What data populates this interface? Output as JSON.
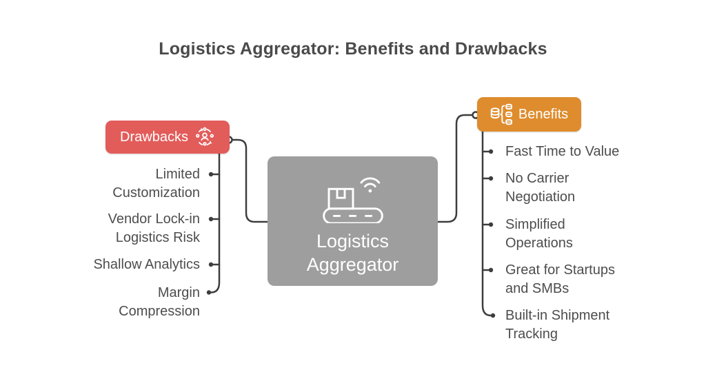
{
  "title": "Logistics Aggregator: Benefits and Drawbacks",
  "center_node": {
    "label": "Logistics Aggregator",
    "icon": "conveyor-belt-wifi-icon",
    "color": "#9e9e9e"
  },
  "drawbacks": {
    "label": "Drawbacks",
    "icon": "people-network-icon",
    "color": "#e25c5a",
    "items": [
      {
        "text": "Limited Customization"
      },
      {
        "text": "Vendor Lock-in Logistics Risk"
      },
      {
        "text": "Shallow Analytics"
      },
      {
        "text": "Margin Compression"
      }
    ]
  },
  "benefits": {
    "label": "Benefits",
    "icon": "data-aggregation-icon",
    "color": "#de8c2d",
    "items": [
      {
        "text": "Fast Time to Value"
      },
      {
        "text": "No Carrier Negotiation"
      },
      {
        "text": "Simplified Operations"
      },
      {
        "text": "Great for Startups and SMBs"
      },
      {
        "text": "Built-in Shipment Tracking"
      }
    ]
  },
  "connector_color": "#3d3d3d",
  "text_color": "#4d4d4d"
}
